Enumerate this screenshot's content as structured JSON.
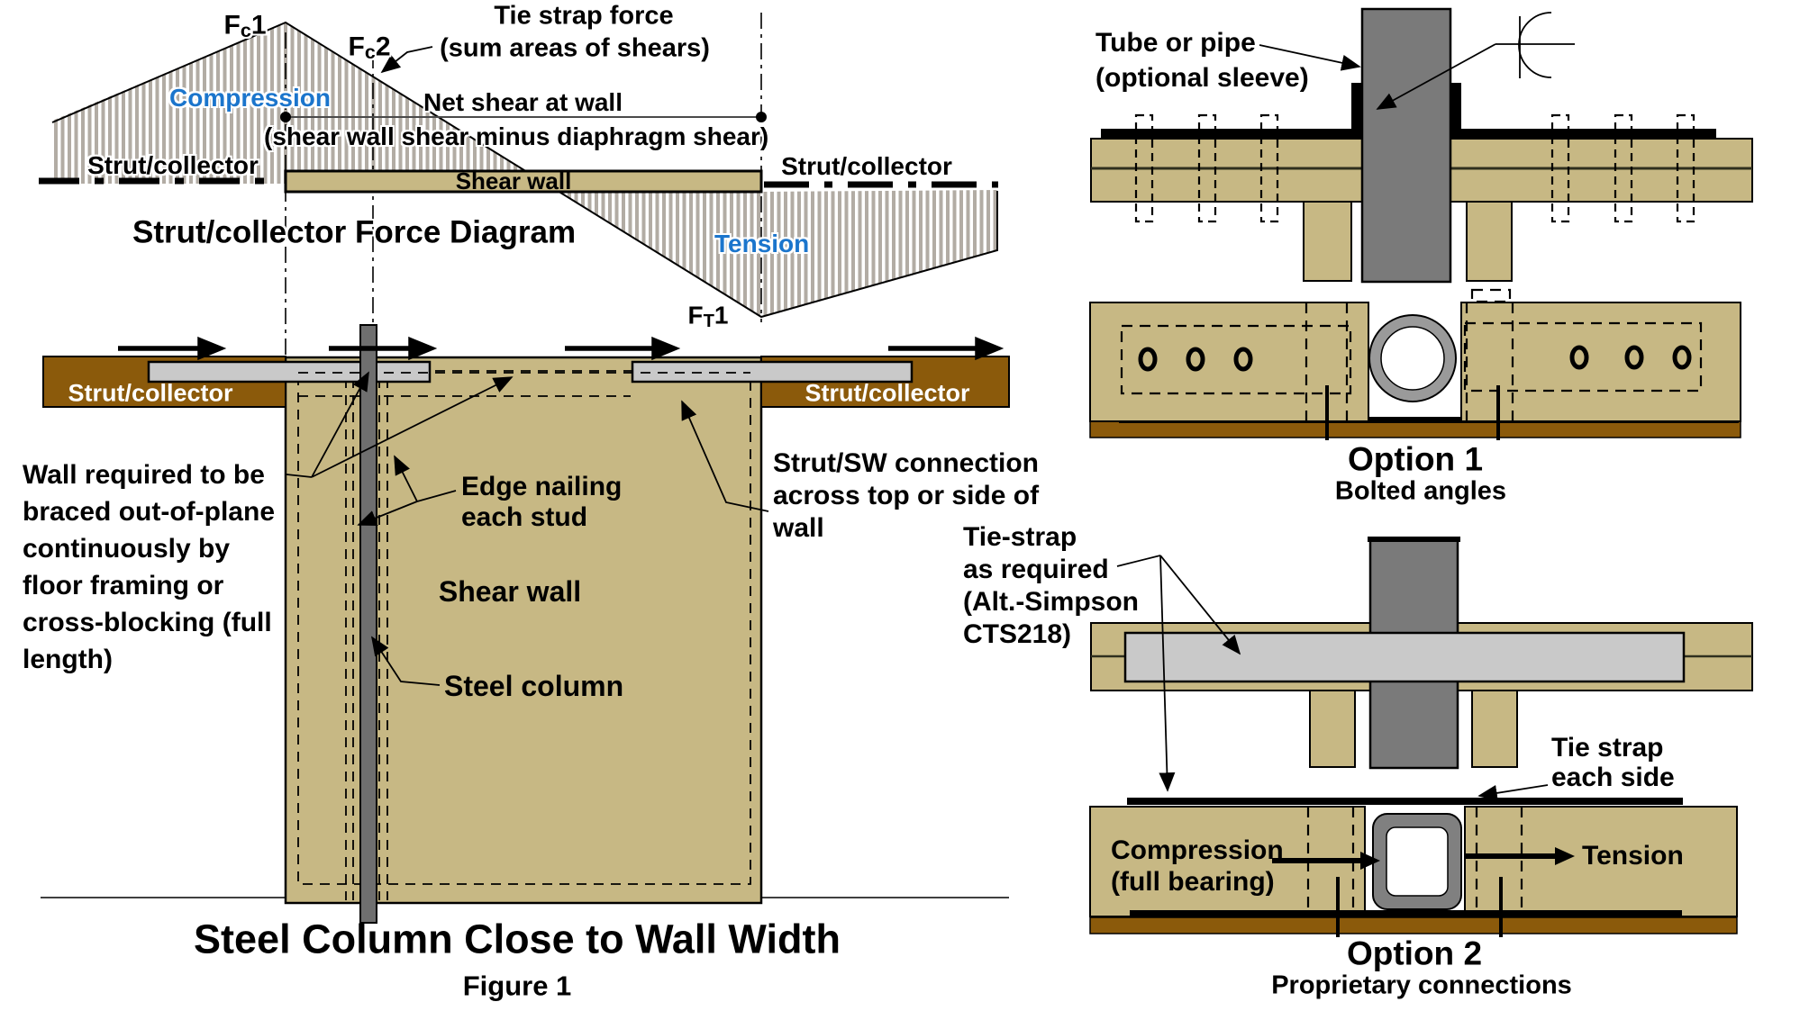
{
  "figure": {
    "title": "Steel Column  Close to Wall Width",
    "caption": "Figure 1"
  },
  "colors": {
    "wood_tan": "#C7B884",
    "strut_brown": "#8B5A0B",
    "steel_gray": "#787878",
    "plate_gray": "#C9C9C9",
    "hatch_gray": "#B2ACA4",
    "accent_blue": "#1B75CC"
  },
  "force_diagram": {
    "title": "Strut/collector Force Diagram",
    "fc1": {
      "f": "F",
      "sub": "c",
      "num": "1"
    },
    "fc2": {
      "f": "F",
      "sub": "c",
      "num": "2"
    },
    "ft1": {
      "f": "F",
      "sub": "T",
      "num": "1"
    },
    "labels": {
      "compression": "Compression",
      "tension": "Tension",
      "tie_strap_force_1": "Tie strap force",
      "tie_strap_force_2": "(sum areas of shears)",
      "net_shear_1": "Net shear at wall",
      "net_shear_2": "(shear wall shear minus diaphragm shear)",
      "strut_collector_left": "Strut/collector",
      "strut_collector_right": "Strut/collector",
      "shear_wall": "Shear wall"
    }
  },
  "elevation": {
    "strut_collector_left": "Strut/collector",
    "strut_collector_right": "Strut/collector",
    "wall_required_lines": [
      "Wall required to be",
      "braced out-of-plane",
      "continuously by",
      "floor framing or",
      "cross-blocking (full",
      "length)"
    ],
    "edge_nailing_lines": [
      "Edge nailing",
      "each stud"
    ],
    "shear_wall": "Shear wall",
    "steel_column": "Steel column",
    "strut_sw_lines": [
      "Strut/SW connection",
      "across top or side of",
      "wall"
    ]
  },
  "option1": {
    "callout_lines": [
      "Tube or pipe",
      "(optional sleeve)"
    ],
    "title": "Option 1",
    "subtitle": "Bolted angles"
  },
  "option2": {
    "tie_strap_lines": [
      "Tie-strap",
      "as required",
      "(Alt.-Simpson",
      "CTS218)"
    ],
    "tie_strap_side_lines": [
      "Tie strap",
      "each side"
    ],
    "compression_lines": [
      "Compression",
      "(full bearing)"
    ],
    "tension": "Tension",
    "title": "Option 2",
    "subtitle": "Proprietary connections"
  }
}
